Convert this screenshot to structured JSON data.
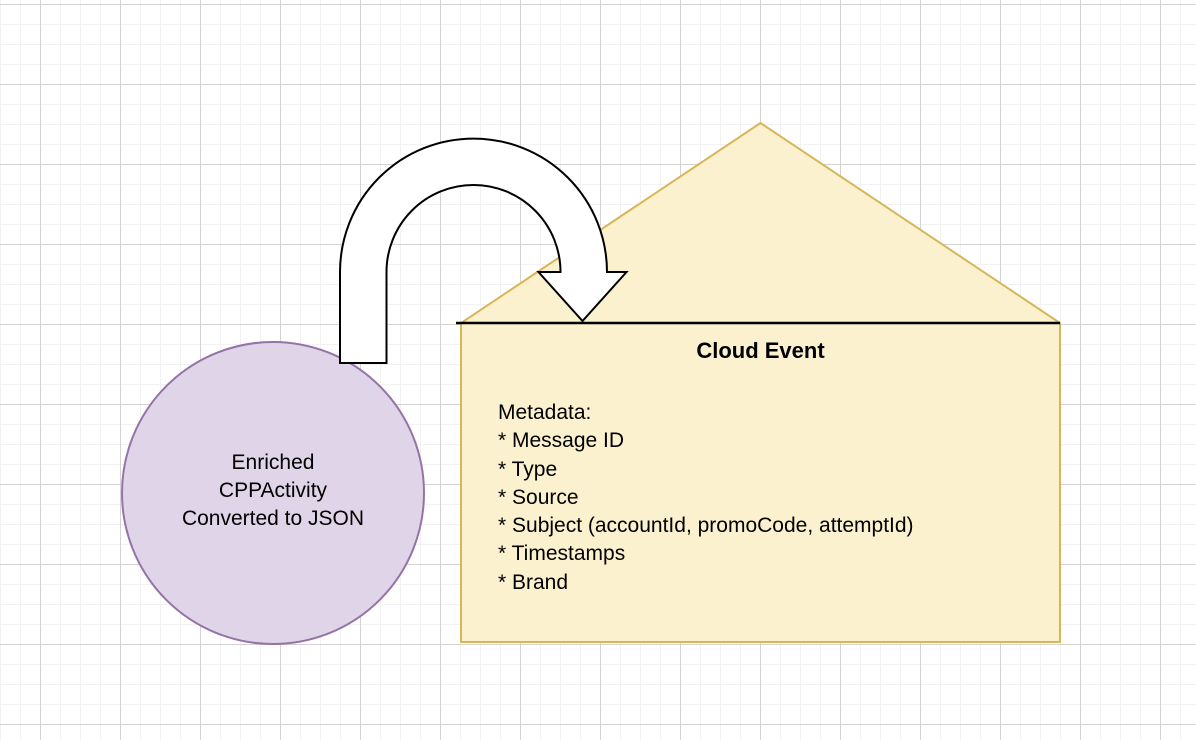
{
  "diagram": {
    "source_node": {
      "shape": "circle",
      "label": "Enriched\nCPPActivity\nConverted to JSON",
      "fill": "#E0D5E8",
      "stroke": "#9673A6"
    },
    "event_node": {
      "shape": "house",
      "title": "Cloud Event",
      "body_lines": [
        "Metadata:",
        "* Message ID",
        "* Type",
        "* Source",
        "* Subject (accountId, promoCode, attemptId)",
        "* Timestamps",
        "* Brand"
      ],
      "fill": "#FBF1CF",
      "stroke": "#D6B656",
      "divider_color": "#000000"
    },
    "connector": {
      "shape": "u-turn-arrow",
      "fill": "#FFFFFF",
      "stroke": "#000000"
    }
  }
}
